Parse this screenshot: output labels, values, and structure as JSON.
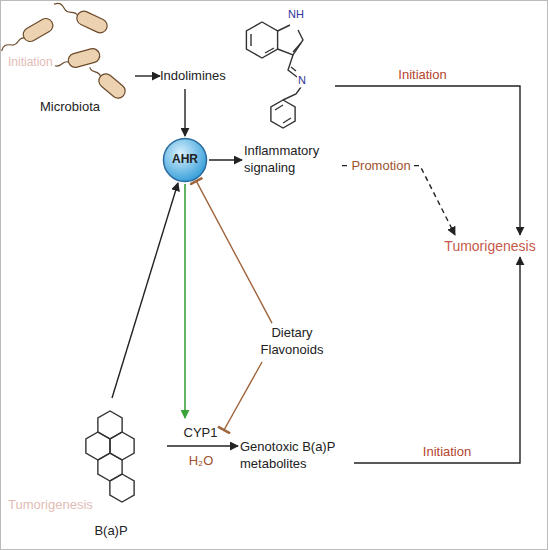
{
  "diagram": {
    "nodes": [
      {
        "text": [
          "Microbiota"
        ]
      },
      {
        "text": [
          "Indolimines"
        ]
      },
      {
        "text": [
          "AHR"
        ]
      },
      {
        "text": [
          "Inflammatory signaling"
        ]
      },
      {
        "text": [
          "Tumorigenesis"
        ]
      },
      {
        "text": [
          "Dietary Flavonoids"
        ]
      },
      {
        "text": [
          "B(a)P"
        ]
      },
      {
        "text": [
          "Genotoxic B(a)P metabolites"
        ]
      }
    ],
    "edges": [
      {
        "from": 0,
        "to": 1,
        "arrow": "to"
      },
      {
        "from": 1,
        "to": 2,
        "arrow": "to"
      },
      {
        "from": 1,
        "to": 4,
        "label": "Initiation",
        "arrow": "to"
      },
      {
        "from": 2,
        "to": 3,
        "arrow": "to"
      },
      {
        "from": 3,
        "to": 4,
        "label": "Promotion",
        "arrow": "to"
      },
      {
        "from": 6,
        "to": 2,
        "arrow": "to"
      },
      {
        "from": 5,
        "to": 2,
        "arrow": "to"
      },
      {
        "from": 6,
        "to": 7,
        "label": "CYP1",
        "arrow": "to"
      },
      {
        "from": 7,
        "to": 4,
        "label": "Initiation",
        "arrow": "to"
      }
    ],
    "labels": [
      "NH",
      "N",
      "H₂O",
      "Initiation",
      "Tumorigenesis"
    ]
  }
}
